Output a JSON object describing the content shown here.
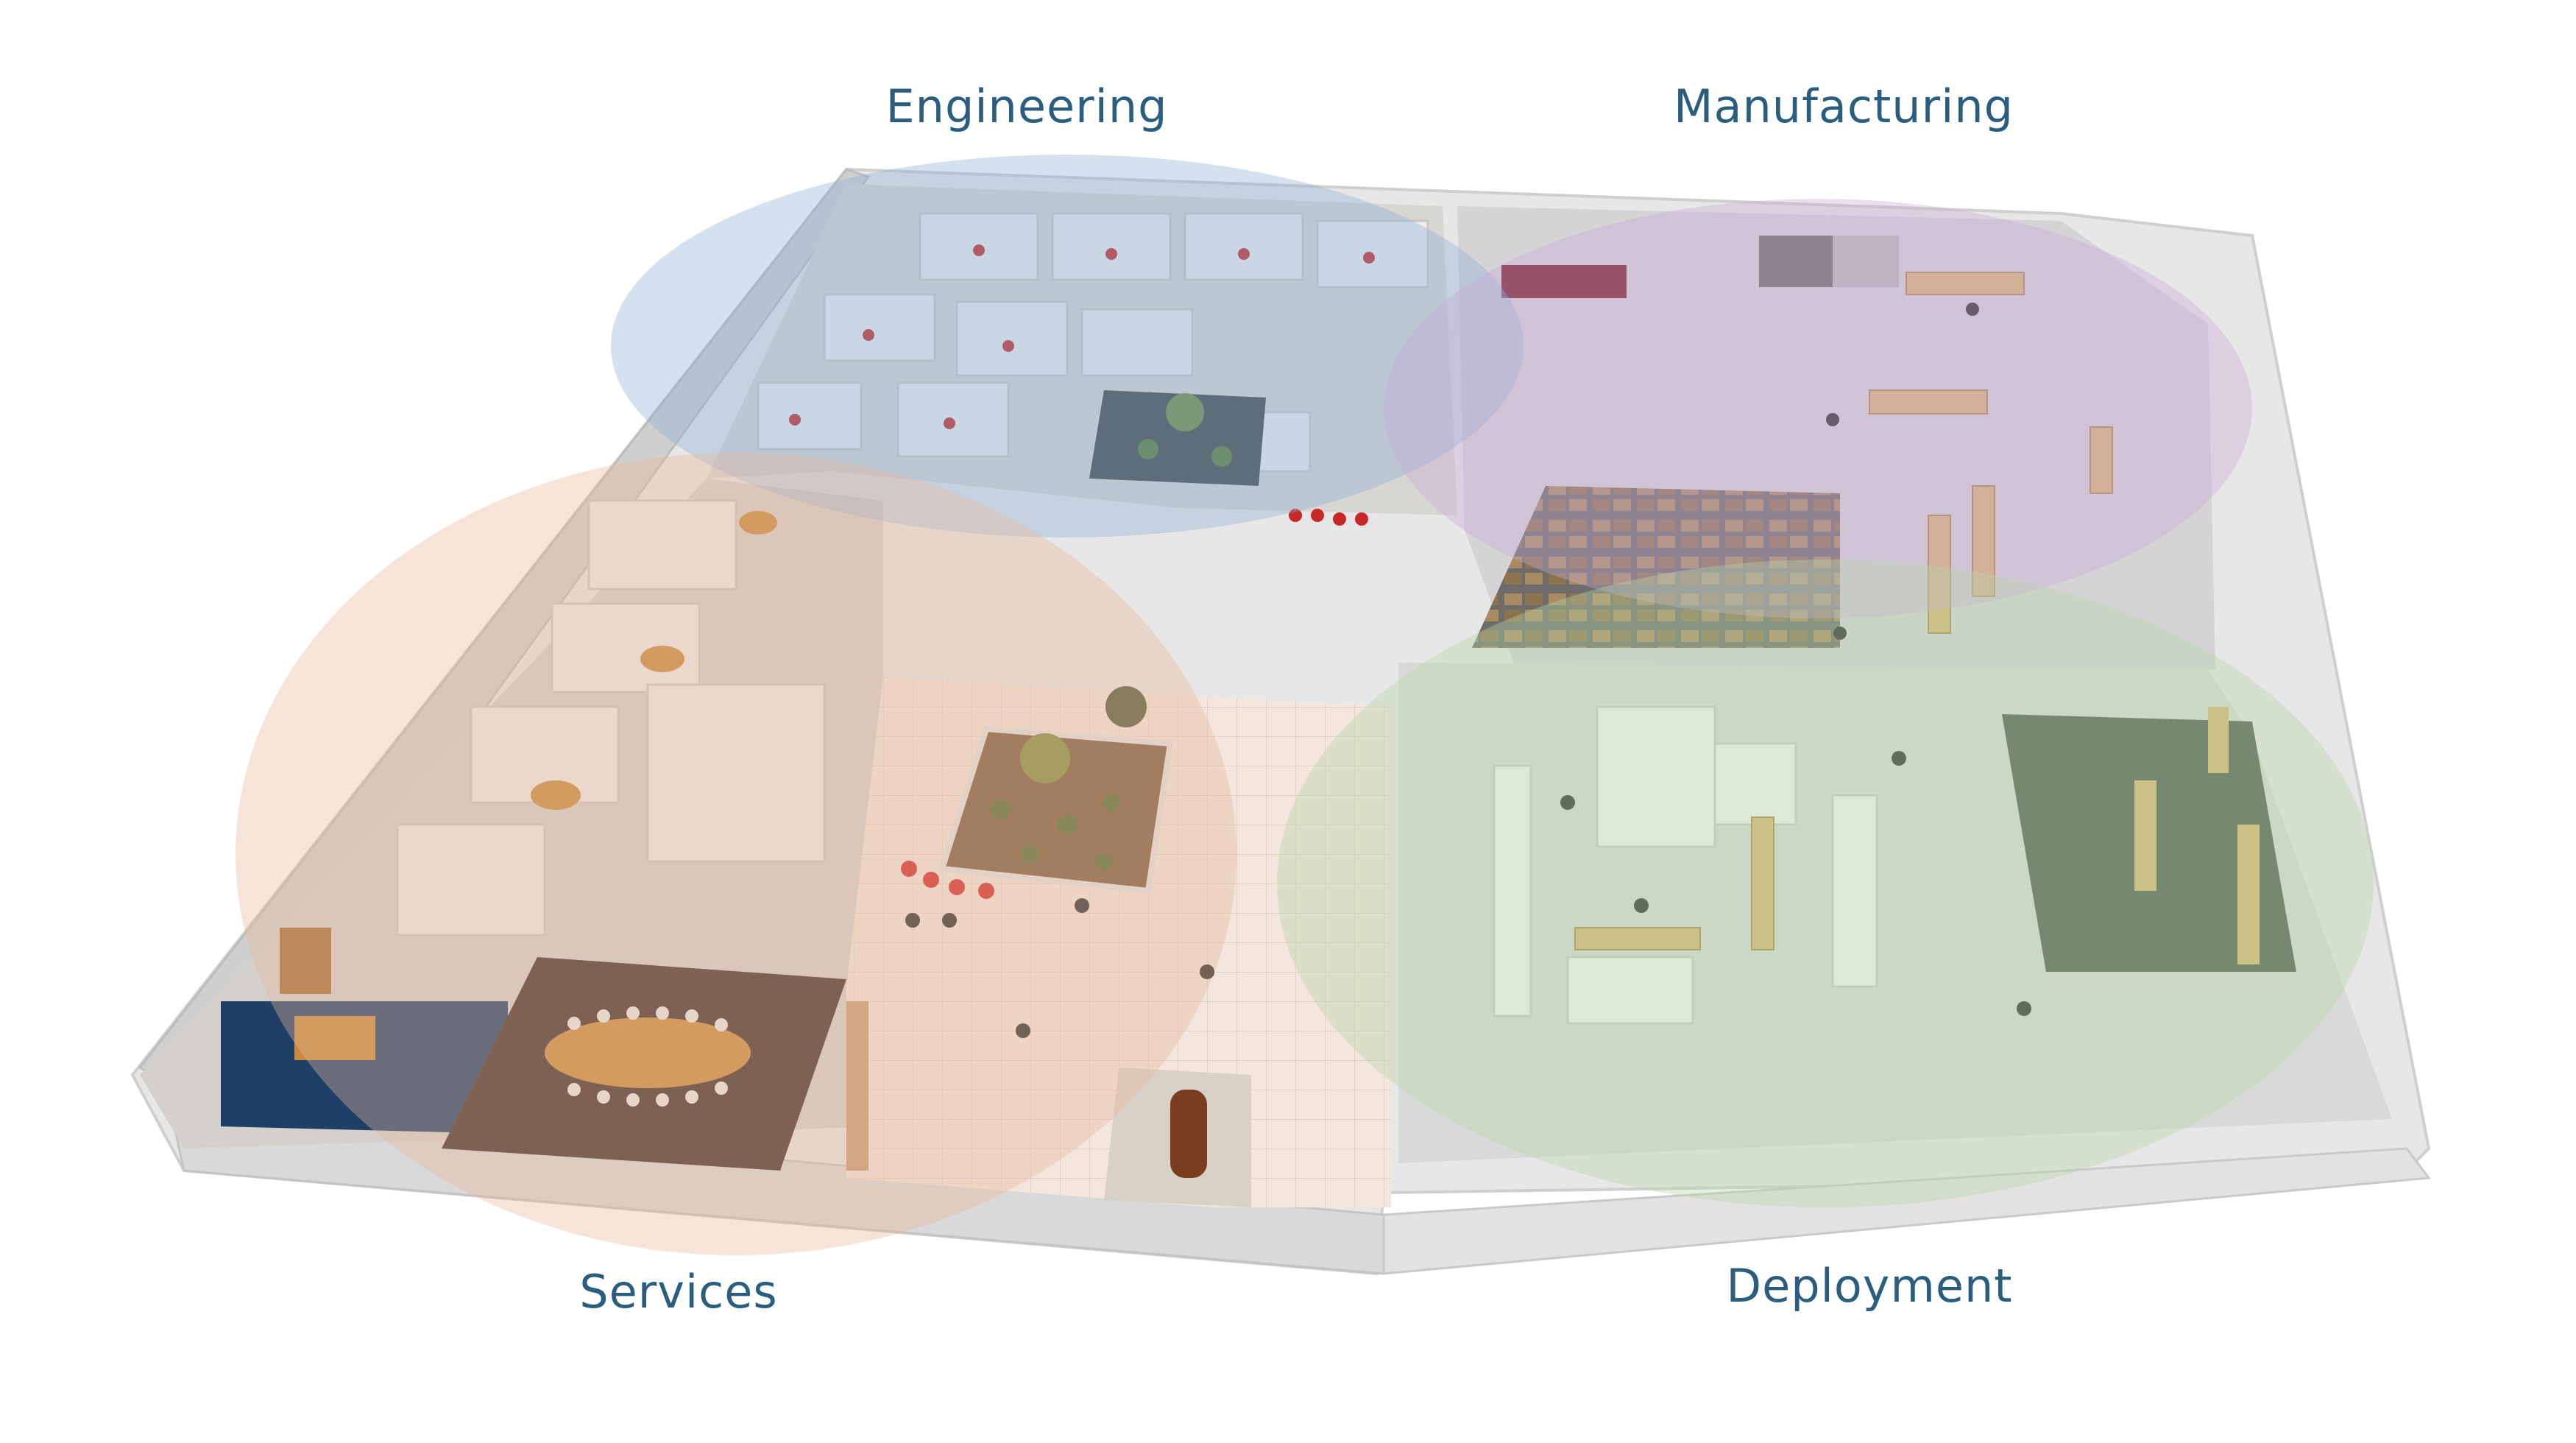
{
  "zones": [
    {
      "id": "engineering",
      "label": "Engineering",
      "color": "#8fb0d4"
    },
    {
      "id": "manufacturing",
      "label": "Manufacturing",
      "color": "#c9a9d6"
    },
    {
      "id": "services",
      "label": "Services",
      "color": "#e8b79a"
    },
    {
      "id": "deployment",
      "label": "Deployment",
      "color": "#b9d4a8"
    }
  ],
  "colors": {
    "label_text": "#2b5d7f",
    "wall": "#dcdcdc",
    "floor_office": "#d6d3cf",
    "floor_plant": "#c9cbcc",
    "atrium_tiles": "#f2e2d6",
    "carpet_blue": "#1f3f66",
    "carpet_brown": "#3c2e27",
    "planter_soil": "#7a5a3a",
    "chair_red": "#c72828"
  },
  "icons": [
    "desk-icon",
    "chair-icon",
    "person-icon",
    "plant-icon",
    "tree-icon",
    "conference-table-icon",
    "shelving-icon",
    "workbench-icon"
  ]
}
